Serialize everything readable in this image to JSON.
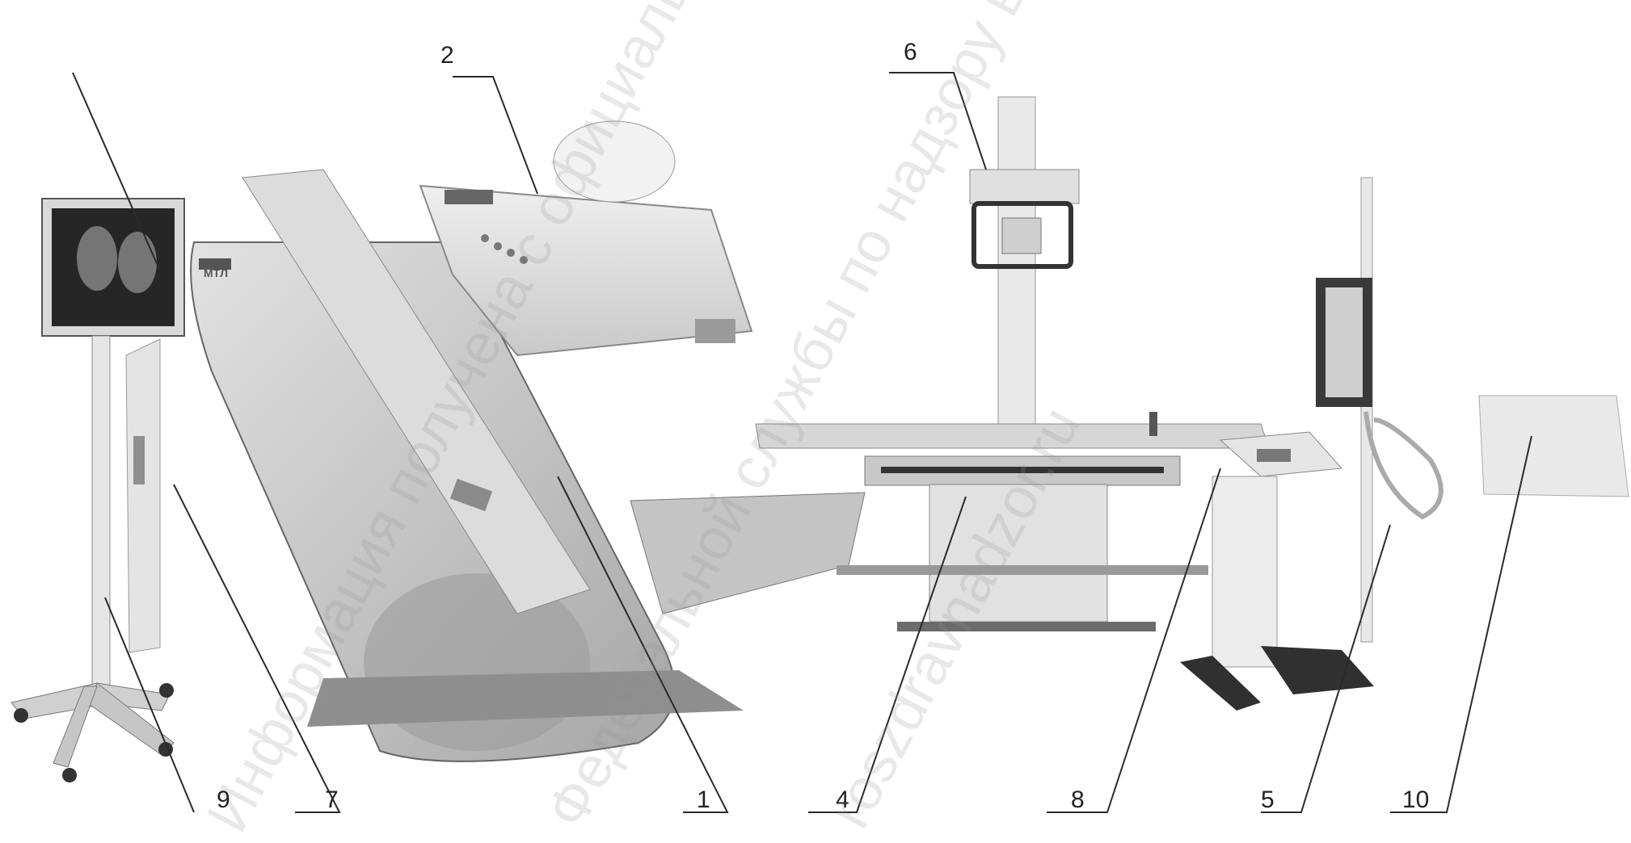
{
  "labels": {
    "l1": "1",
    "l2": "2",
    "l4": "4",
    "l5": "5",
    "l6": "6",
    "l7": "7",
    "l8": "8",
    "l9": "9",
    "l10": "10"
  },
  "watermarks": {
    "wm1": "Информация получена с официального сайта",
    "wm2": "Федеральной службы по надзору в сфере",
    "wm3": "roszdravnadzor.ru"
  },
  "logo": "MTЛ",
  "colors": {
    "body": "#d3d3d3",
    "shade": "#a9a9a9",
    "dark": "#3b3b3b",
    "line": "#2a2a2a"
  }
}
